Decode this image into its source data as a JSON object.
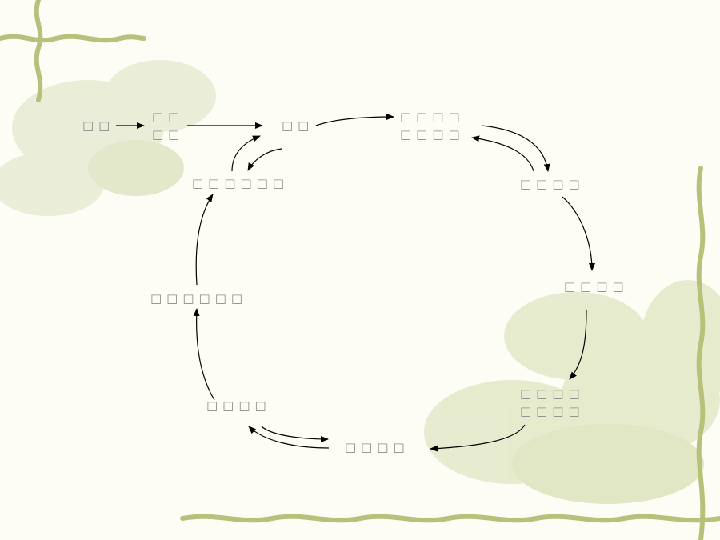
{
  "colors": {
    "background": "#fdfdf6",
    "decor": "#d9dfb0",
    "border_vine": "#b9c07a",
    "text": "#8a8a8a",
    "arrow": "#000000"
  },
  "nodes": {
    "n_start": "□□",
    "n_a": "□□\n□□",
    "n_b": "□□",
    "n_c": "□□□□\n□□□□",
    "n_d": "□□□□",
    "n_e": "□□□□",
    "n_f": "□□□□\n□□□□",
    "n_g": "□□□□",
    "n_h": "□□□□",
    "n_i": "□□□□□□",
    "n_j": "□□□□□□"
  }
}
